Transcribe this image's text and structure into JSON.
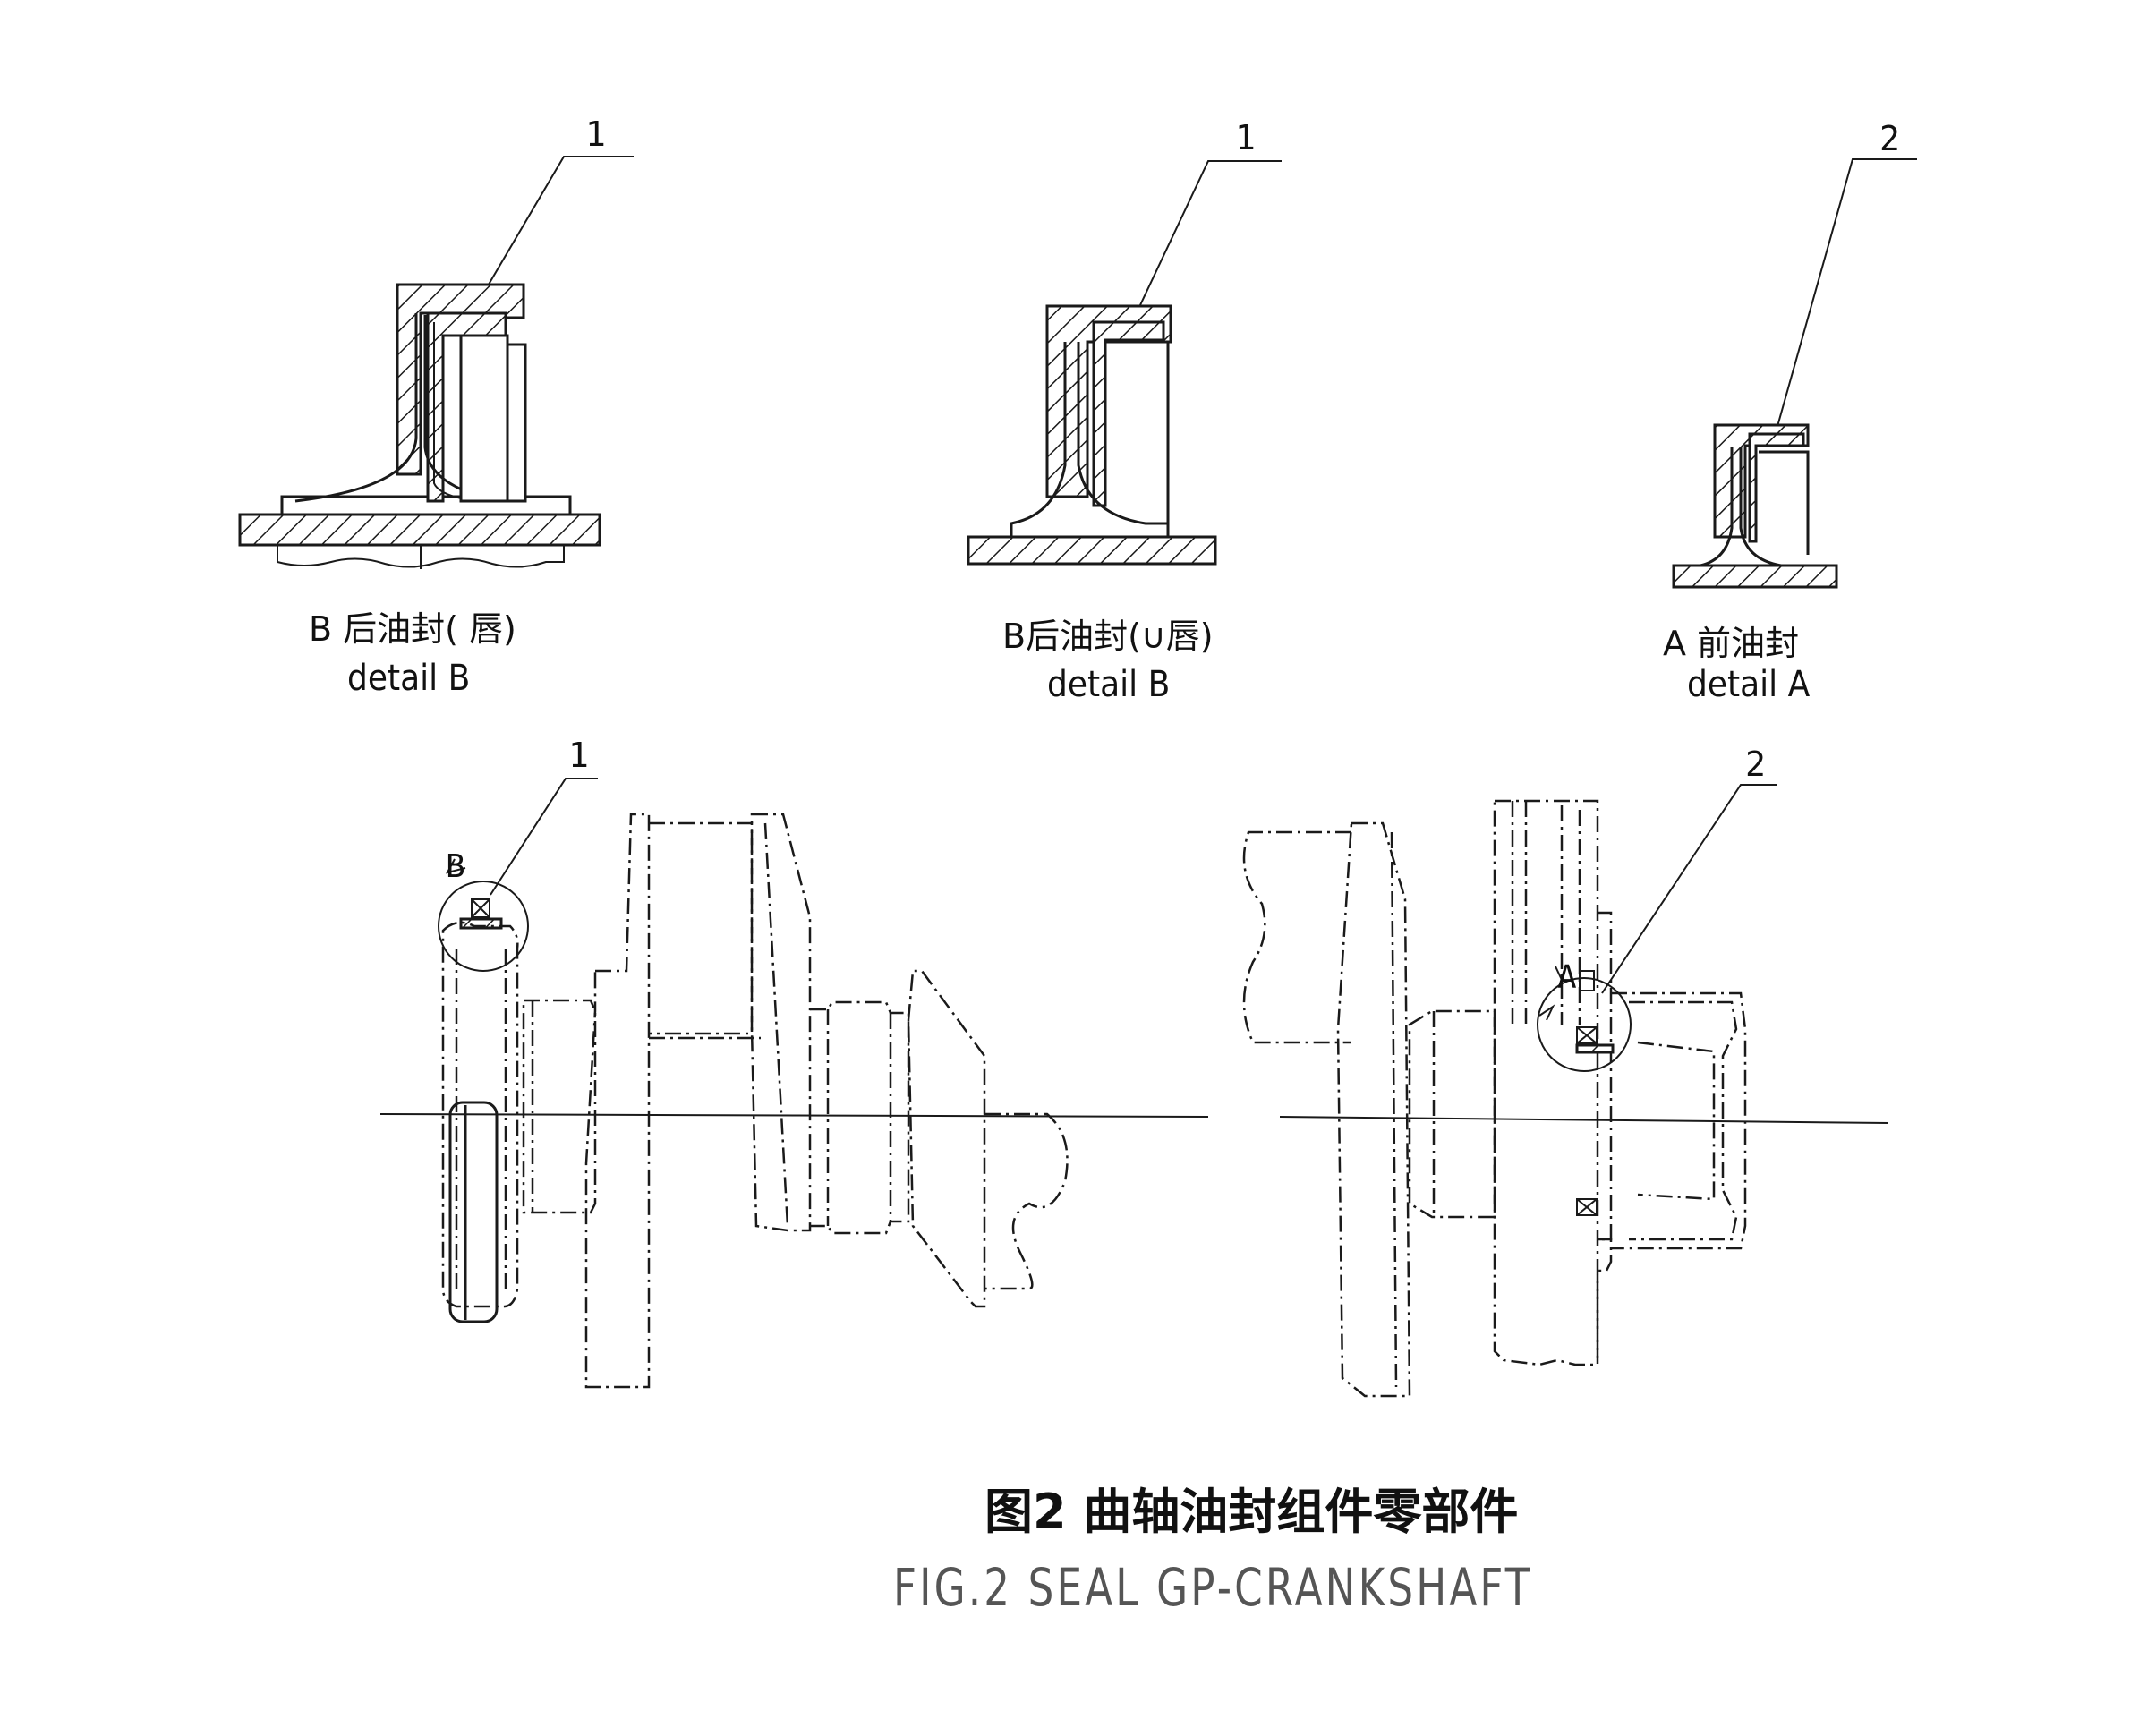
{
  "details": [
    {
      "callout": "1",
      "caption_cn": "B 后油封(  唇)",
      "caption_en": "detail   B"
    },
    {
      "callout": "1",
      "caption_cn": "B后油封(∪唇)",
      "caption_en": "detail B"
    },
    {
      "callout": "2",
      "caption_cn": "A  前油封",
      "caption_en": "detail  A"
    }
  ],
  "assembly": {
    "left_callout": "1",
    "left_marker": "B",
    "right_callout": "2",
    "right_marker": "A"
  },
  "figure": {
    "title_cn": "图2  曲轴油封组件零部件",
    "title_en": "FIG.2 SEAL GP-CRANKSHAFT"
  }
}
